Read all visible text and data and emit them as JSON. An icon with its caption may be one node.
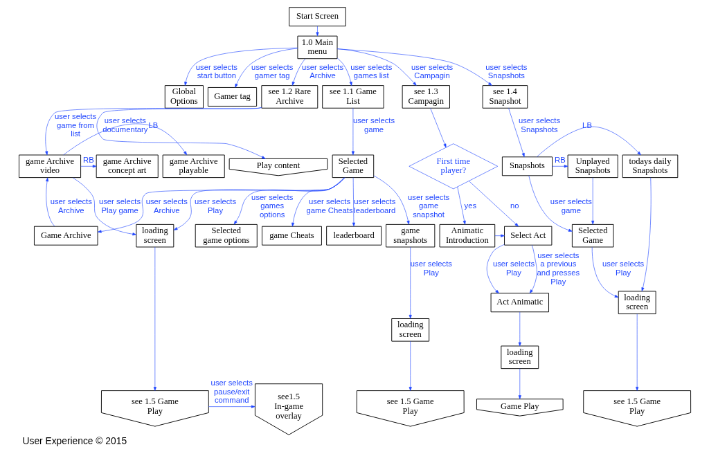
{
  "diagram": {
    "caption": "User Experience © 2015",
    "nodes": [
      {
        "text": [
          "Start Screen"
        ]
      },
      {
        "text": [
          "1.0 Main menu"
        ]
      },
      {
        "text": [
          "Global Options"
        ]
      },
      {
        "text": [
          "Gamer tag"
        ]
      },
      {
        "text": [
          "Play content"
        ]
      },
      {
        "text": [
          "see 1.2 Rare Archive"
        ]
      },
      {
        "text": [
          "see 1.1 Game List"
        ]
      },
      {
        "text": [
          "see 1.3 Campagin"
        ]
      },
      {
        "text": [
          "see 1.4 Snapshot"
        ]
      },
      {
        "text": [
          "game Archive playable"
        ]
      },
      {
        "text": [
          "game Archive video"
        ]
      },
      {
        "text": [
          "game Archive concept art"
        ]
      },
      {
        "text": [
          "Selected Game"
        ]
      },
      {
        "text": [
          "First time player?"
        ]
      },
      {
        "text": [
          "todays daily Snapshots"
        ]
      },
      {
        "text": [
          "Snapshots"
        ]
      },
      {
        "text": [
          "Unplayed Snapshots"
        ]
      },
      {
        "text": [
          "Game Archive"
        ]
      },
      {
        "text": [
          "Selected game options"
        ]
      },
      {
        "text": [
          "Animatic Introduction"
        ]
      },
      {
        "text": [
          "Select Act"
        ]
      },
      {
        "text": [
          "Selected Game"
        ]
      },
      {
        "text": [
          "loading screen"
        ]
      },
      {
        "text": [
          "game Cheats"
        ]
      },
      {
        "text": [
          "leaderboard"
        ]
      },
      {
        "text": [
          "Act Animatic"
        ]
      },
      {
        "text": [
          "loading screen"
        ]
      },
      {
        "text": [
          "game snapshots"
        ]
      },
      {
        "text": [
          "loading screen"
        ]
      },
      {
        "text": [
          "loading screen"
        ]
      },
      {
        "text": [
          "see 1.5 Game Play"
        ]
      },
      {
        "text": [
          "see 1.5 Game Play"
        ]
      },
      {
        "text": [
          "see1.5 In-game overlay"
        ]
      },
      {
        "text": [
          "Game Play"
        ]
      },
      {
        "text": [
          "see 1.5 Game Play"
        ]
      }
    ],
    "edges": [
      {
        "from": 0,
        "to": 1,
        "arrow": "to"
      },
      {
        "from": 1,
        "to": 2,
        "arrow": "to",
        "label": "user selects start button"
      },
      {
        "from": 1,
        "to": 5,
        "arrow": "to",
        "label": "user selects Archive"
      },
      {
        "from": 1,
        "to": 6,
        "arrow": "to",
        "label": "user selects games list"
      },
      {
        "from": 1,
        "to": 7,
        "arrow": "to",
        "label": "user selects Campagin"
      },
      {
        "from": 1,
        "to": 3,
        "arrow": "to",
        "label": "user selects gamer tag"
      },
      {
        "from": 1,
        "to": 8,
        "arrow": "to",
        "label": "user selects Snapshots"
      },
      {
        "from": 5,
        "to": 4,
        "arrow": "to",
        "label": "user selects documentary"
      },
      {
        "from": 5,
        "to": 10,
        "arrow": "to",
        "label": "user selects game from list"
      },
      {
        "from": 10,
        "to": 9,
        "arrow": "to",
        "label": "LB"
      },
      {
        "from": 10,
        "to": 11,
        "arrow": "to",
        "label": "RB"
      },
      {
        "from": 6,
        "to": 12,
        "arrow": "to",
        "label": "user selects game"
      },
      {
        "from": 7,
        "to": 13,
        "arrow": "to"
      },
      {
        "from": 13,
        "to": 20,
        "arrow": "to",
        "label": "no"
      },
      {
        "from": 13,
        "to": 19,
        "arrow": "to",
        "label": "yes"
      },
      {
        "from": 8,
        "to": 15,
        "arrow": "to",
        "label": "user selects Snapshots"
      },
      {
        "from": 15,
        "to": 14,
        "arrow": "to",
        "label": "LB"
      },
      {
        "from": 15,
        "to": 16,
        "arrow": "to",
        "label": "RB"
      },
      {
        "from": 15,
        "to": 21,
        "arrow": "to",
        "label": "user selects game"
      },
      {
        "from": 16,
        "to": 21,
        "arrow": "to"
      },
      {
        "from": 12,
        "to": 17,
        "arrow": "to",
        "label": "user selects Archive"
      },
      {
        "from": 12,
        "to": 18,
        "arrow": "to",
        "label": "user selects games options"
      },
      {
        "from": 12,
        "to": 22,
        "arrow": "to",
        "label": "user selects Play"
      },
      {
        "from": 12,
        "to": 23,
        "arrow": "to",
        "label": "user selects game Cheats"
      },
      {
        "from": 12,
        "to": 27,
        "arrow": "to",
        "label": "user selects game snapshot"
      },
      {
        "from": 12,
        "to": 24,
        "arrow": "to",
        "label": "user selects leaderboard"
      },
      {
        "from": 17,
        "to": 10,
        "arrow": "to",
        "label": "user selects Archive"
      },
      {
        "from": 10,
        "to": 22,
        "arrow": "to",
        "label": "user selects Play game"
      },
      {
        "from": 22,
        "to": 31,
        "arrow": "to"
      },
      {
        "from": 27,
        "to": 26,
        "arrow": "to",
        "label": "user selects Play"
      },
      {
        "from": 26,
        "to": 30,
        "arrow": "to"
      },
      {
        "from": 31,
        "to": 32,
        "arrow": "to",
        "label": "user selects pause/exit command"
      },
      {
        "from": 19,
        "to": 20,
        "arrow": "to"
      },
      {
        "from": 20,
        "to": 25,
        "arrow": "to",
        "label": "user selects Play"
      },
      {
        "from": 20,
        "to": 25,
        "arrow": "to",
        "label": "user selects a previous and presses Play"
      },
      {
        "from": 25,
        "to": 28,
        "arrow": "to"
      },
      {
        "from": 28,
        "to": 33,
        "arrow": "to"
      },
      {
        "from": 14,
        "to": 29,
        "arrow": "to"
      },
      {
        "from": 21,
        "to": 29,
        "arrow": "to",
        "label": "user selects Play"
      },
      {
        "from": 29,
        "to": 34,
        "arrow": "to"
      }
    ]
  }
}
